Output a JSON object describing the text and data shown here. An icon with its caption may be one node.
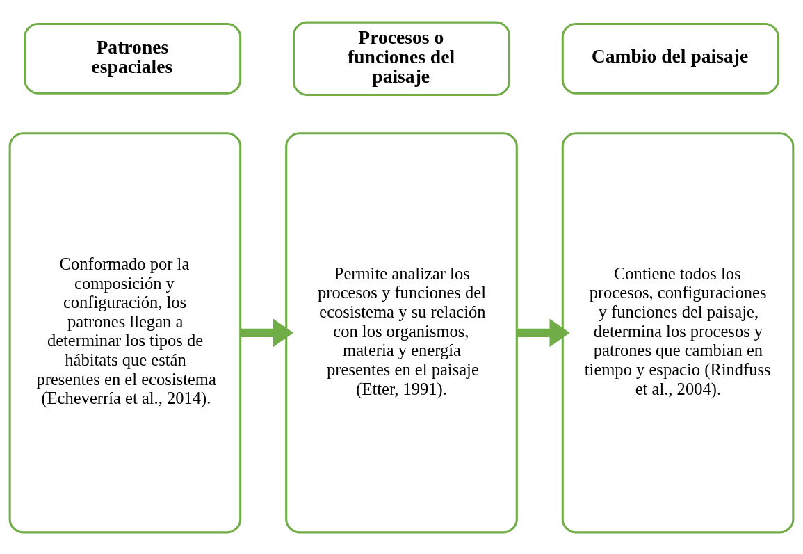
{
  "diagram": {
    "nodes": [
      {
        "text": [
          "Patrones espaciales"
        ]
      },
      {
        "text": [
          "Procesos o funciones del paisaje"
        ]
      },
      {
        "text": [
          "Cambio del paisaje"
        ]
      },
      {
        "text": [
          "Conformado por la composición y configuración, los patrones llegan a determinar los tipos de hábitats que están presentes en el ecosistema (Echeverría et al., 2014)."
        ]
      },
      {
        "text": [
          "Permite analizar los procesos y funciones del ecosistema y su relación con los organismos, materia y energía presentes en el paisaje (Etter, 1991)."
        ]
      },
      {
        "text": [
          "Contiene todos los procesos, configuraciones y funciones del paisaje, determina los procesos y patrones que cambian en tiempo y espacio (Rindfuss et al., 2004)."
        ]
      }
    ],
    "edges": [
      {
        "from": 3,
        "to": 4,
        "arrow": "to"
      },
      {
        "from": 4,
        "to": 5,
        "arrow": "to"
      }
    ]
  }
}
